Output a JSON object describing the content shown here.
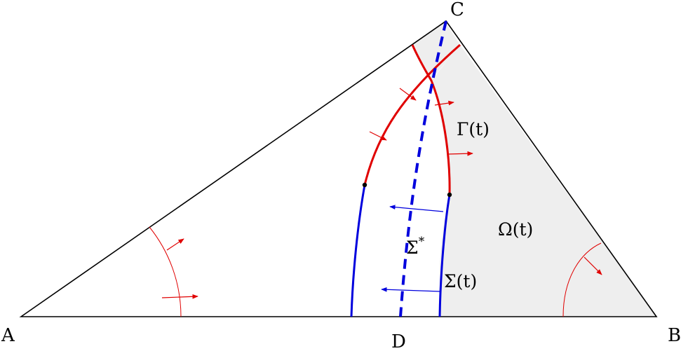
{
  "points": {
    "A": "A",
    "B": "B",
    "C": "C",
    "D": "D"
  },
  "labels": {
    "gamma": "Γ(t)",
    "omega": "Ω(t)",
    "sigma_t": "Σ(t)",
    "sigma_star": "Σ",
    "sigma_star_sup": "*"
  },
  "colors": {
    "triangle": "#000000",
    "shaded_region": "#eeeeee",
    "free_boundary": "#e00000",
    "sigma_curve": "#0000dd",
    "arrows_red": "#e00000",
    "arrows_blue": "#0000dd"
  }
}
